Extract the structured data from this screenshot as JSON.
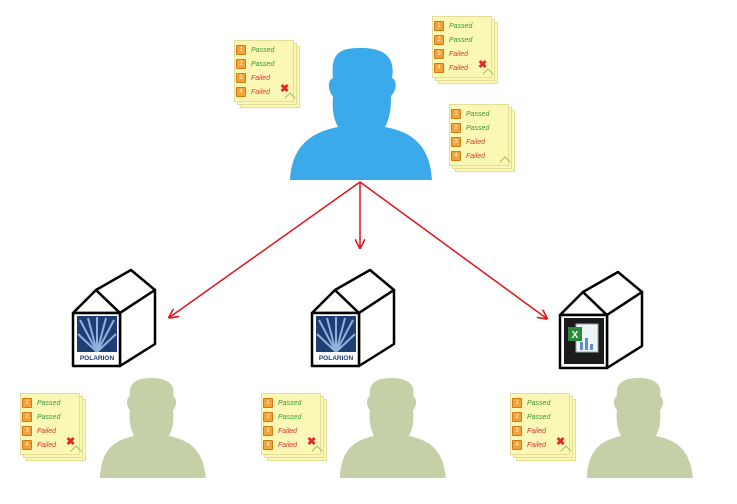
{
  "colors": {
    "manager": "#3aaaea",
    "tester": "#c5d0a6",
    "arrow": "#e0141c",
    "card": "#fbf7b5",
    "passed": "#3b9a2f",
    "failed": "#d9372f"
  },
  "test_card": {
    "rows": [
      {
        "num": "1",
        "status": "Passed"
      },
      {
        "num": "2",
        "status": "Passed"
      },
      {
        "num": "3",
        "status": "Failed"
      },
      {
        "num": "4",
        "status": "Failed"
      }
    ]
  },
  "repositories": [
    {
      "logo_text": "POLARION"
    },
    {
      "logo_text": "POLARION"
    },
    {
      "logo_text": ""
    }
  ]
}
